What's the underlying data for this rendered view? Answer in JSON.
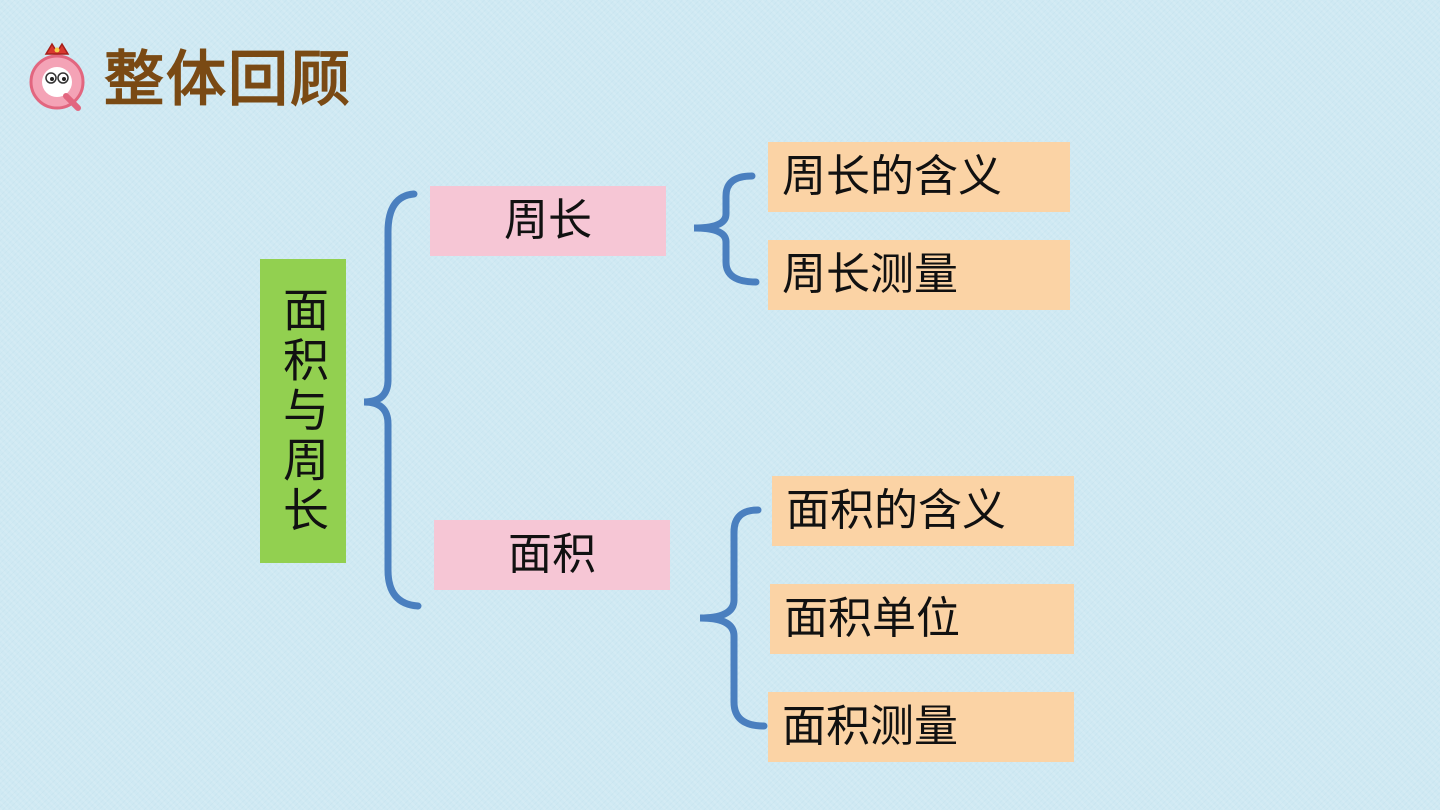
{
  "header": {
    "title": "整体回顾"
  },
  "diagram": {
    "root": "面积与周长",
    "branches": [
      {
        "label": "周长",
        "children": [
          "周长的含义",
          "周长测量"
        ]
      },
      {
        "label": "面积",
        "children": [
          "面积的含义",
          "面积单位",
          "面积测量"
        ]
      }
    ]
  },
  "colors": {
    "root_fill": "#92d050",
    "branch_fill": "#f6c6d5",
    "leaf_fill": "#fbd3a5",
    "brace_stroke": "#4a7fbf",
    "title_color": "#7a4a14",
    "background": "#cfe9f3"
  }
}
